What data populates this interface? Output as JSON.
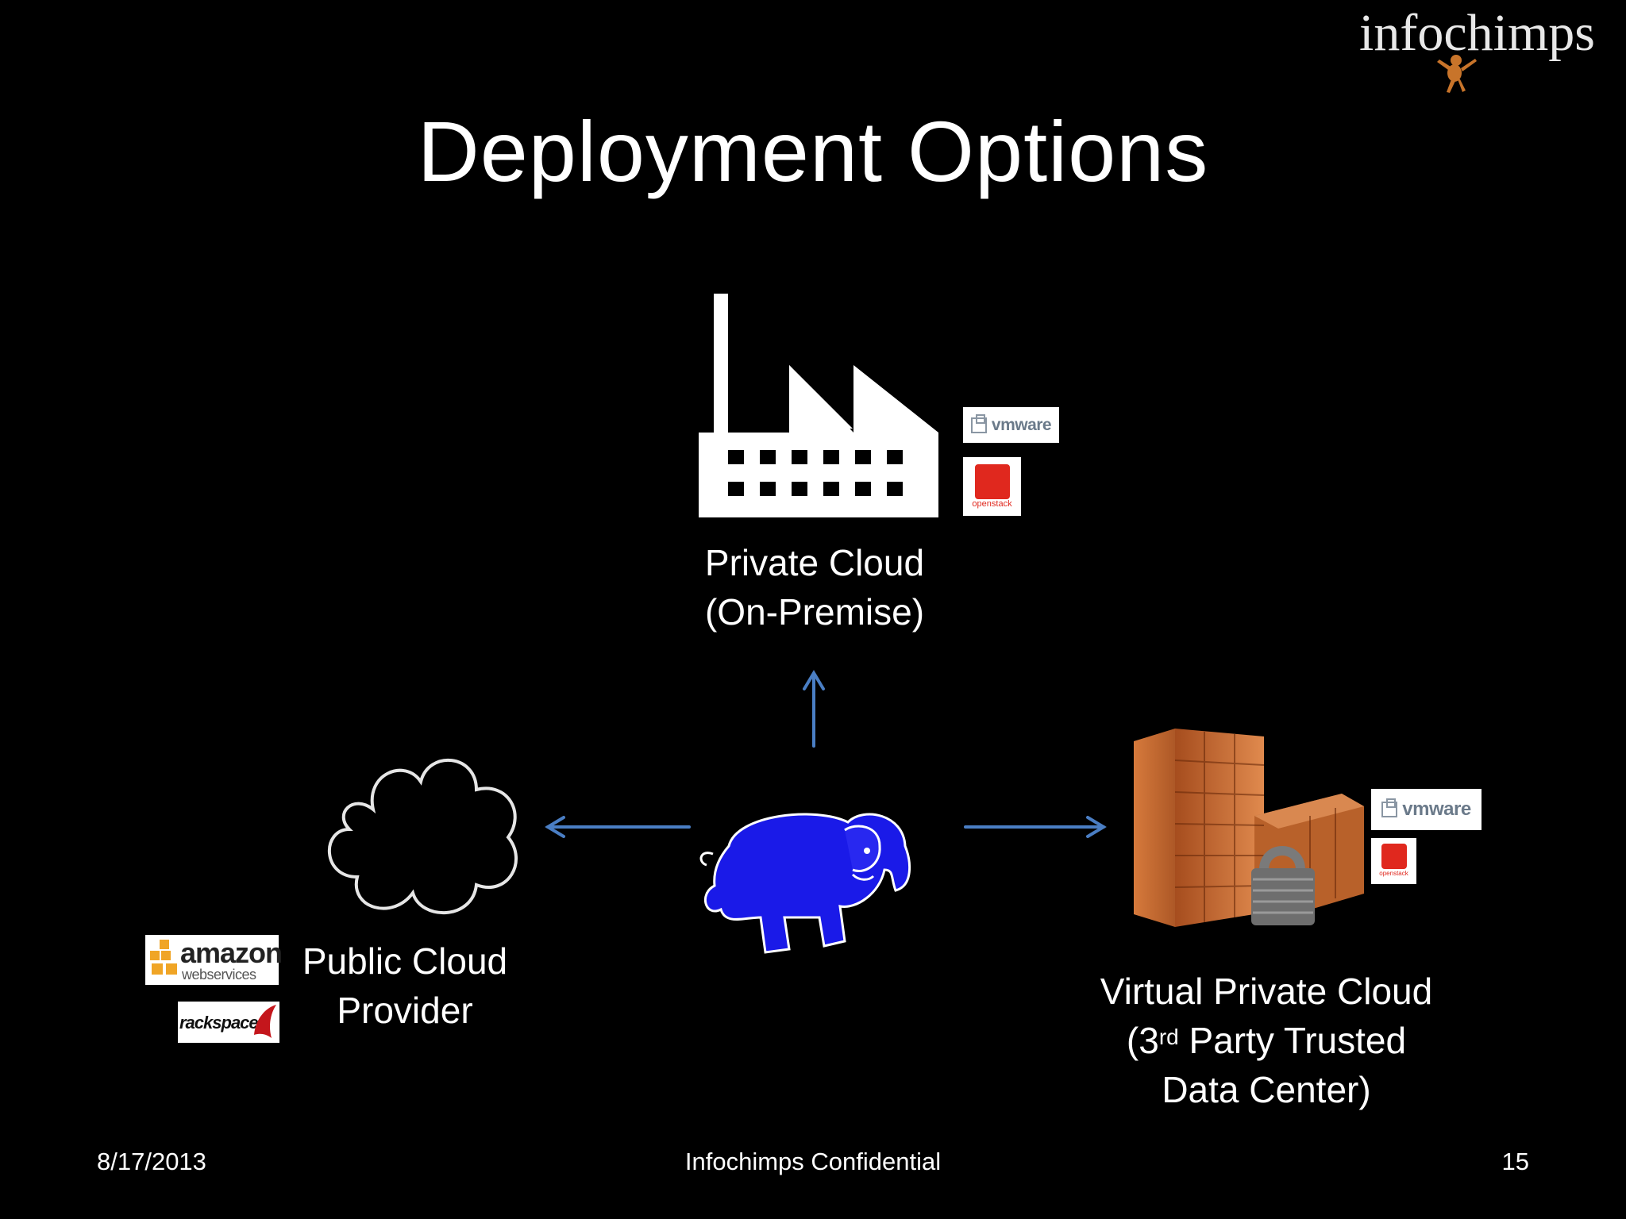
{
  "header": {
    "logo_text": "infochimps",
    "title": "Deployment Options"
  },
  "nodes": {
    "private_cloud": {
      "line1": "Private Cloud",
      "line2": "(On-Premise)"
    },
    "public_cloud": {
      "line1": "Public Cloud",
      "line2": "Provider"
    },
    "virtual_private_cloud": {
      "line1": "Virtual Private Cloud",
      "line2_prefix": "(3",
      "line2_sup": "rd",
      "line2_suffix": " Party Trusted",
      "line3": "Data Center)"
    }
  },
  "badges": {
    "vmware": "vmware",
    "openstack": "openstack",
    "amazon_main": "amazon",
    "amazon_sub": "webservices",
    "rackspace": "rackspace"
  },
  "footer": {
    "date": "8/17/2013",
    "center": "Infochimps Confidential",
    "page": "15"
  },
  "colors": {
    "background": "#000000",
    "arrow": "#4a7ec4",
    "elephant": "#1a1ae8",
    "building": "#c8642e",
    "openstack_red": "#e0281e"
  }
}
